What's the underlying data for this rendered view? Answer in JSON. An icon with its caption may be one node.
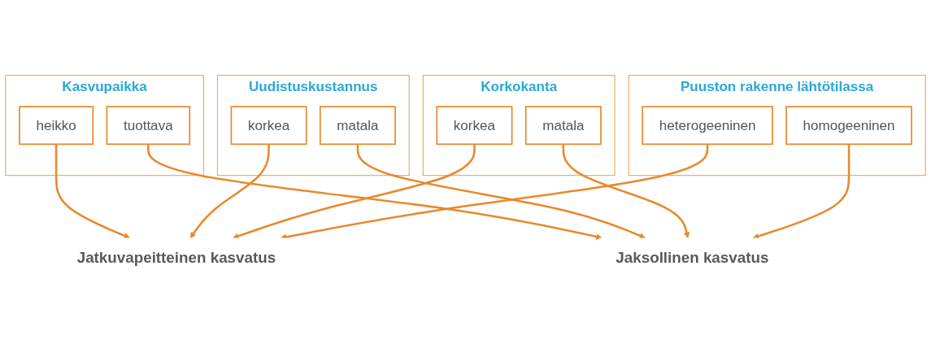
{
  "diagram": {
    "nodes": [
      {
        "text": [
          "Jatkuvapeitteinen kasvatus"
        ]
      },
      {
        "text": [
          "Jaksollinen kasvatus"
        ]
      },
      {
        "text": [
          "Kasvupaikka"
        ]
      },
      {
        "text": [
          "heikko"
        ],
        "in": 2
      },
      {
        "text": [
          "tuottava"
        ],
        "in": 2
      },
      {
        "text": [
          "Uudistuskustannus"
        ]
      },
      {
        "text": [
          "korkea"
        ],
        "in": 5
      },
      {
        "text": [
          "matala"
        ],
        "in": 5
      },
      {
        "text": [
          "Korkokanta"
        ]
      },
      {
        "text": [
          "korkea"
        ],
        "in": 8
      },
      {
        "text": [
          "matala"
        ],
        "in": 8
      },
      {
        "text": [
          "Puuston rakenne lähtötilassa"
        ]
      },
      {
        "text": [
          "heterogeeninen"
        ],
        "in": 11
      },
      {
        "text": [
          "homogeeninen"
        ],
        "in": 11
      }
    ],
    "edges": [
      {
        "from": 3,
        "to": 0,
        "arrow": "to"
      },
      {
        "from": 4,
        "to": 1,
        "arrow": "to"
      },
      {
        "from": 6,
        "to": 0,
        "arrow": "to"
      },
      {
        "from": 7,
        "to": 1,
        "arrow": "to"
      },
      {
        "from": 9,
        "to": 0,
        "arrow": "to"
      },
      {
        "from": 10,
        "to": 1,
        "arrow": "to"
      },
      {
        "from": 12,
        "to": 0,
        "arrow": "to"
      },
      {
        "from": 13,
        "to": 1,
        "arrow": "to"
      }
    ]
  }
}
